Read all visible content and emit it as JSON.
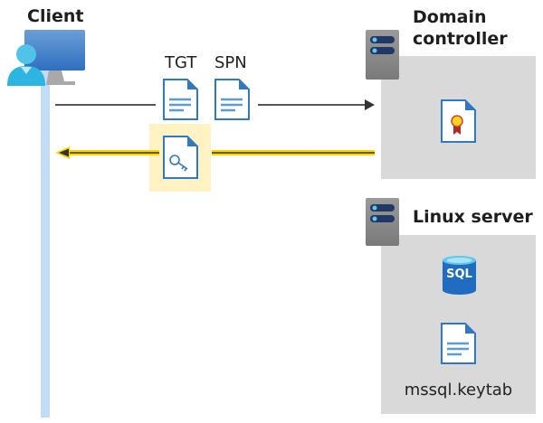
{
  "client": {
    "title": "Client"
  },
  "messages": {
    "tgt_label": "TGT",
    "spn_label": "SPN"
  },
  "domain_controller": {
    "title_line1": "Domain",
    "title_line2": "controller"
  },
  "linux_server": {
    "title": "Linux server",
    "sql_label": "SQL",
    "keytab_label": "mssql.keytab"
  },
  "colors": {
    "lifeline": "#c2dbf7",
    "highlight": "#fff3c4",
    "arrow_yellow": "#ffd700",
    "box_gray": "#d9d9d9",
    "doc_blue": "#2f78c4"
  }
}
